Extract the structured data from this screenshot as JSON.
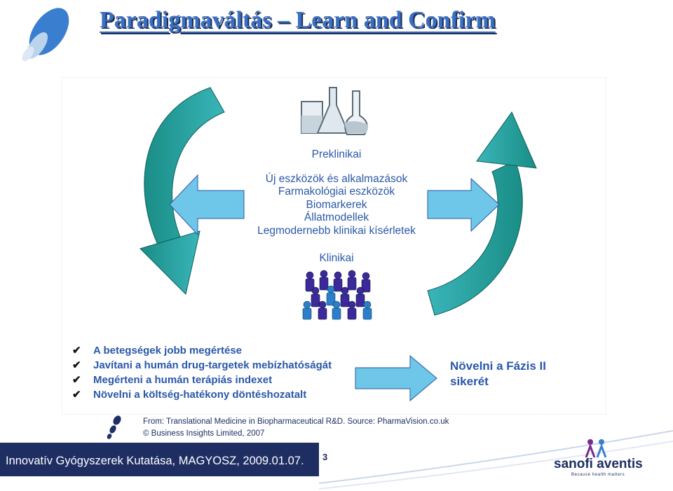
{
  "title": "Paradigmaváltás – Learn and Confirm",
  "diagram": {
    "preclinical_heading": "Preklinikai",
    "preclinical_items": [
      "Új eszközök és alkalmazások",
      "Farmakológiai eszközök",
      "Biomarkerek",
      "Állatmodellek",
      "Legmodernebb klinikai kísérletek"
    ],
    "clinical_heading": "Klinikai"
  },
  "bullets": [
    "A betegségek jobb megértése",
    "Javítani a humán drug-targetek mebízhatóságát",
    "Megérteni a humán terápiás indexet",
    "Növelni a költség-hatékony döntéshozatalt"
  ],
  "result": [
    "Növelni a Fázis II",
    "sikerét"
  ],
  "source": {
    "line1": "From: Translational Medicine in Biopharmaceutical R&D. Source: PharmaVision.co.uk",
    "line2": "© Business Insights Limited, 2007"
  },
  "footer": {
    "text": "Innovatív Gyógyszerek Kutatása, MAGYOSZ, 2009.01.07.",
    "page_number": "3"
  },
  "logo": {
    "name": "sanofi aventis",
    "tagline": "Because health matters"
  },
  "colors": {
    "title": "#3a6fc4",
    "arrow": "#2e9fa8",
    "arrow_light": "#6ec6e8",
    "text": "#2a58a8",
    "footer_bg": "#1e2e63"
  }
}
